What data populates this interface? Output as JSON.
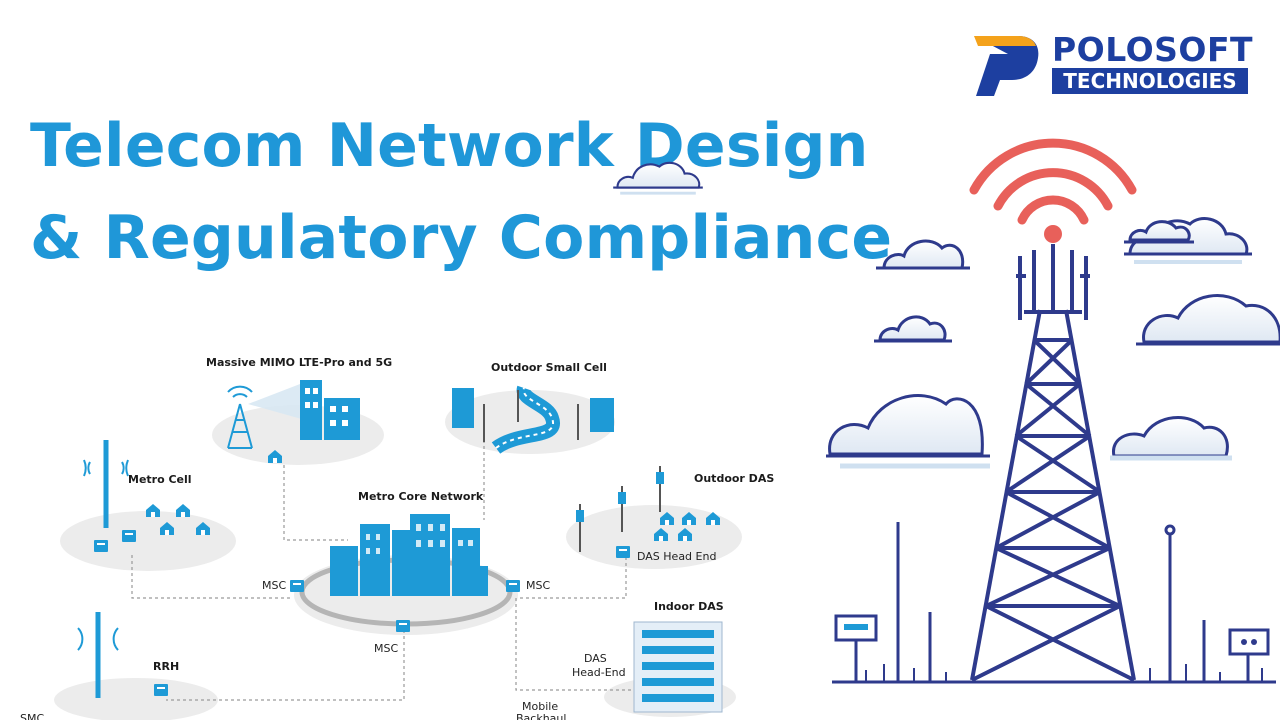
{
  "brand": {
    "name": "POLOSOFT",
    "sub": "TECHNOLOGIES"
  },
  "title": {
    "line1": "Telecom Network Design",
    "line2": "& Regulatory Compliance"
  },
  "diagram": {
    "mimo": "Massive MIMO LTE-Pro and 5G",
    "small_cell": "Outdoor Small Cell",
    "metro_cell": "Metro Cell",
    "outdoor_das": "Outdoor DAS",
    "core": "Metro Core Network",
    "das_head_end": "DAS Head End",
    "msc_left": "MSC",
    "msc_right": "MSC",
    "msc_bottom": "MSC",
    "indoor_das": "Indoor DAS",
    "das_head_end_2_l1": "DAS",
    "das_head_end_2_l2": "Head-End",
    "rrh": "RRH",
    "mobile_backhaul_l1": "Mobile",
    "mobile_backhaul_l2": "Backhaul",
    "bottom_cut": "SMC"
  },
  "colors": {
    "title": "#1f97d8",
    "brand_blue": "#1d3fa0",
    "brand_orange": "#f4a21b",
    "signal_red": "#e8605a",
    "tower": "#2e3a8c",
    "diagram_blue": "#1e9ad6"
  },
  "icons": [
    "logo-p-mark",
    "cell-tower-icon",
    "building-icon",
    "house-icon",
    "cloud-icon",
    "signal-wave-icon"
  ]
}
